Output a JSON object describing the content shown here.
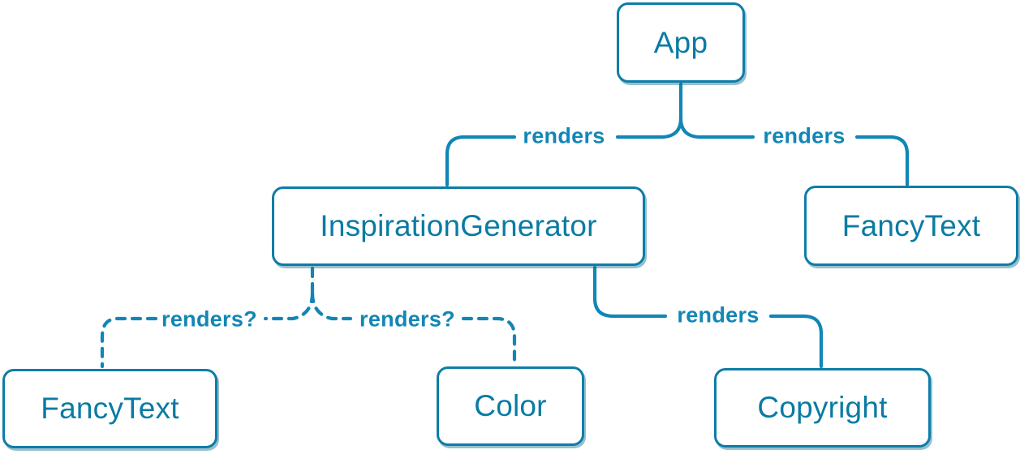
{
  "diagram": {
    "type": "component-render-tree",
    "background": "#ffffff",
    "colors": {
      "node_border": "#0d7da8",
      "node_fill": "#ffffff",
      "node_text": "#0a7ba3",
      "edge_stroke": "#1286b6",
      "edge_label_text": "#1286b6"
    },
    "nodes": [
      {
        "id": "app",
        "label": "App"
      },
      {
        "id": "inspiration-generator",
        "label": "InspirationGenerator"
      },
      {
        "id": "fancy-text-top",
        "label": "FancyText"
      },
      {
        "id": "fancy-text-bottom",
        "label": "FancyText"
      },
      {
        "id": "color",
        "label": "Color"
      },
      {
        "id": "copyright",
        "label": "Copyright"
      }
    ],
    "edges": [
      {
        "from": "App",
        "to": "InspirationGenerator",
        "label": "renders",
        "style": "solid"
      },
      {
        "from": "App",
        "to": "FancyText",
        "label": "renders",
        "style": "solid"
      },
      {
        "from": "InspirationGenerator",
        "to": "FancyText",
        "label": "renders?",
        "style": "dashed"
      },
      {
        "from": "InspirationGenerator",
        "to": "Color",
        "label": "renders?",
        "style": "dashed"
      },
      {
        "from": "InspirationGenerator",
        "to": "Copyright",
        "label": "renders",
        "style": "solid"
      }
    ]
  }
}
